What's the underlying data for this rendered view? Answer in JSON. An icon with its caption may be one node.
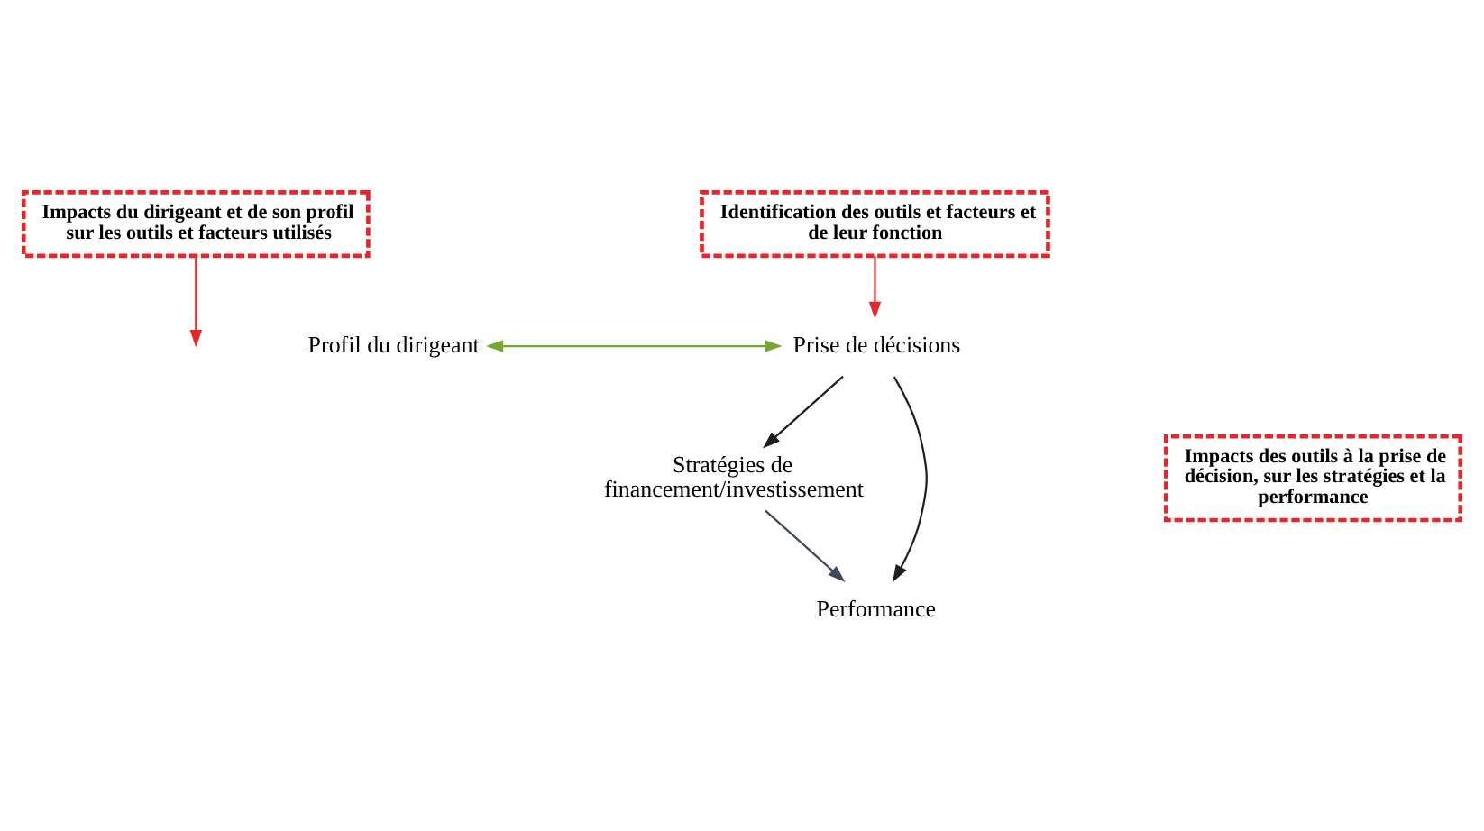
{
  "diagram": {
    "nodes": [
      {
        "text": [
          "Impacts du dirigeant et de son profil sur les outils et facteurs utilisés"
        ]
      },
      {
        "text": [
          "Identification des outils et facteurs et de leur fonction"
        ]
      },
      {
        "text": [
          "Profil du dirigeant"
        ]
      },
      {
        "text": [
          "Prise de décisions"
        ]
      },
      {
        "text": [
          "Stratégies de financement/investissement"
        ]
      },
      {
        "text": [
          "Impacts des outils à la prise de décision, sur les stratégies et la performance"
        ]
      },
      {
        "text": [
          "Performance"
        ]
      }
    ],
    "edges": [
      {
        "from": 0,
        "to": null,
        "arrow": "to",
        "color": "#e8262a"
      },
      {
        "from": 1,
        "to": 3,
        "arrow": "to",
        "color": "#e8262a"
      },
      {
        "from": 2,
        "to": 3,
        "arrow": "both",
        "color": "#77a832"
      },
      {
        "from": 3,
        "to": 4,
        "arrow": "to",
        "color": "#1f1f1f"
      },
      {
        "from": 3,
        "to": 6,
        "arrow": "to",
        "color": "#1f1f1f"
      },
      {
        "from": 4,
        "to": 6,
        "arrow": "to",
        "color": "#404a5a"
      }
    ]
  }
}
